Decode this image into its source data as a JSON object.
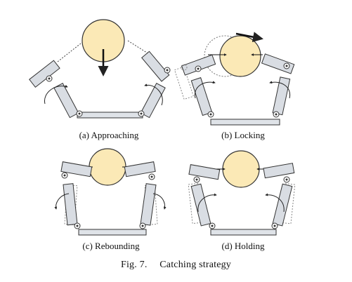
{
  "figure": {
    "number": "Fig. 7.",
    "title": "Catching strategy"
  },
  "panels": [
    {
      "id": "a",
      "label": "(a) Approaching"
    },
    {
      "id": "b",
      "label": "(b) Locking"
    },
    {
      "id": "c",
      "label": "(c) Rebounding"
    },
    {
      "id": "d",
      "label": "(d) Holding"
    }
  ],
  "colors": {
    "ball_fill": "#fbe9b6",
    "ball_stroke": "#333333",
    "link_fill": "#d9dde3",
    "link_stroke": "#333333",
    "base_fill": "#dfe3e8"
  }
}
